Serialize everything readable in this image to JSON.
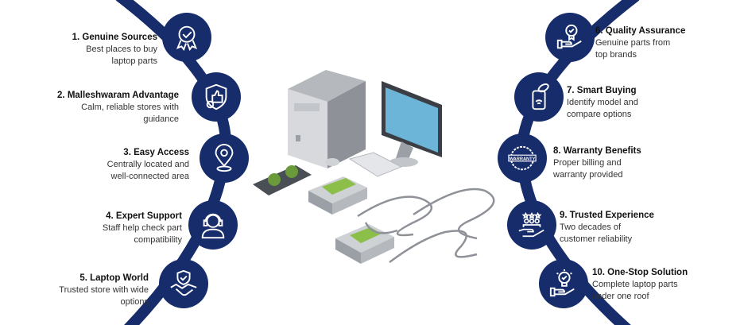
{
  "colors": {
    "navy": "#172d6b",
    "text": "#333333"
  },
  "left_items": [
    {
      "title": "1. Genuine Sources",
      "desc": [
        "Best places to buy",
        "laptop parts"
      ],
      "icon": "award-badge-icon"
    },
    {
      "title": "2. Malleshwaram Advantage",
      "desc": [
        "Calm, reliable stores with",
        "guidance"
      ],
      "icon": "shield-thumbs-up-icon"
    },
    {
      "title": "3. Easy Access",
      "desc": [
        "Centrally located and",
        "well-connected area"
      ],
      "icon": "location-pin-icon"
    },
    {
      "title": "4. Expert Support",
      "desc": [
        "Staff help check part",
        "compatibility"
      ],
      "icon": "headset-agent-icon"
    },
    {
      "title": "5. Laptop World",
      "desc": [
        "Trusted store with wide",
        "options"
      ],
      "icon": "handshake-shield-icon"
    }
  ],
  "right_items": [
    {
      "title": "6. Quality Assurance",
      "desc": [
        "Genuine parts from",
        "top brands"
      ],
      "icon": "hand-badge-icon"
    },
    {
      "title": "7. Smart Buying",
      "desc": [
        "Identify model and",
        "compare options"
      ],
      "icon": "smart-tag-icon"
    },
    {
      "title": "8. Warranty Benefits",
      "desc": [
        "Proper billing and",
        "warranty provided"
      ],
      "icon": "warranty-seal-icon"
    },
    {
      "title": "9. Trusted Experience",
      "desc": [
        "Two decades of",
        "customer reliability"
      ],
      "icon": "hand-people-stars-icon"
    },
    {
      "title": "10. One-Stop Solution",
      "desc": [
        "Complete laptop parts",
        "under one roof"
      ],
      "icon": "hand-lightbulb-icon"
    }
  ],
  "warranty_label": "WARRANTY"
}
